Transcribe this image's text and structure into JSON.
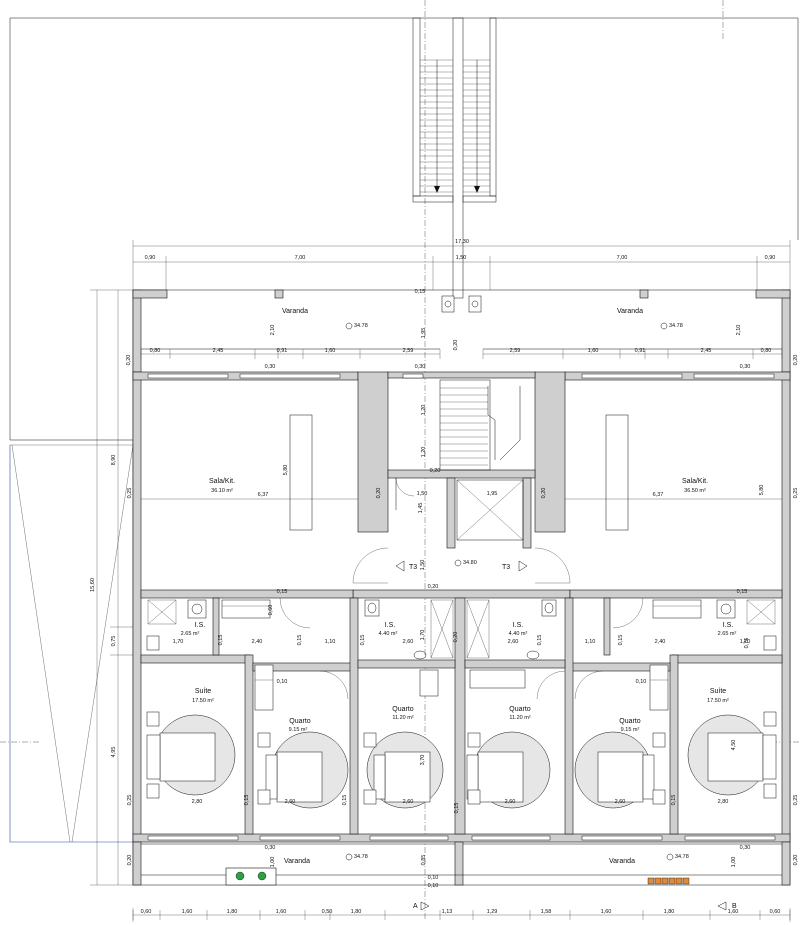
{
  "rooms": {
    "varanda_top_left": "Varanda",
    "varanda_top_right": "Varanda",
    "varanda_bottom_left": "Varanda",
    "varanda_bottom_right": "Varanda",
    "sala_left": "Sala/Kit.",
    "sala_left_area": "36.10 m²",
    "sala_right": "Sala/Kit.",
    "sala_right_area": "36.50 m²",
    "is_outer_left": "I.S.",
    "is_outer_left_area": "2.65 m²",
    "is_outer_right": "I.S.",
    "is_outer_right_area": "2.65 m²",
    "is_inner_left": "I.S.",
    "is_inner_left_area": "4.40 m²",
    "is_inner_right": "I.S.",
    "is_inner_right_area": "4.40 m²",
    "suite_left": "Suíte",
    "suite_left_area": "17.50 m²",
    "suite_right": "Suíte",
    "suite_right_area": "17.50 m²",
    "quarto_a": "Quarto",
    "quarto_a_area": "9.15 m²",
    "quarto_b": "Quarto",
    "quarto_b_area": "11.20 m²",
    "quarto_c": "Quarto",
    "quarto_c_area": "11.20 m²",
    "quarto_d": "Quarto",
    "quarto_d_area": "9.15 m²",
    "t3_left": "T3",
    "t3_right": "T3"
  },
  "levels": {
    "varanda_top_left": "34.78",
    "varanda_top_right": "34.78",
    "varanda_bottom_left": "34.78",
    "varanda_bottom_right": "34.78",
    "hall": "34.80"
  },
  "sections": {
    "a": "A",
    "b": "B"
  },
  "dims_top": {
    "total": "17,30",
    "row": [
      "0,90",
      "7,00",
      "1,50",
      "7,00",
      "0,90"
    ]
  },
  "dims_varanda_row": [
    "0,80",
    "2,45",
    "0,91",
    "1,60",
    "2,59",
    "2,59",
    "1,60",
    "0,91",
    "2,45",
    "0,80"
  ],
  "dims_bottom": [
    "0,60",
    "1,60",
    "1,80",
    "1,60",
    "0,50",
    "1,80",
    "1,13",
    "1,29",
    "1,58",
    "1,60",
    "1,80",
    "1,60",
    "0,60"
  ],
  "dims_left": {
    "total": "15,60",
    "upper": "8,90",
    "mid": "0,75",
    "lower": "4,95"
  },
  "dims_misc": {
    "d015_top": "0,15",
    "d210_l": "2,10",
    "d210_r": "2,10",
    "d195": "1,95",
    "d030_l": "0,30",
    "d030_r": "0,30",
    "d020_l": "0,20",
    "d020_r": "0,20",
    "d020_stair": "0,20",
    "d030_stair": "0,30",
    "d120_a": "1,20",
    "d120_b": "1,20",
    "d020_c": "0,20",
    "d637_l": "6,37",
    "d637_r": "6,37",
    "d580_l": "5,80",
    "d580_r": "5,80",
    "d025_l": "0,25",
    "d025_r": "0,25",
    "d020_hall_l": "0,20",
    "d020_hall_r": "0,20",
    "d150_hall": "1,50",
    "d195_lift": "1,95",
    "d145": "1,45",
    "d150_v": "1,50",
    "d020_hall_b": "0,20",
    "d015_l": "0,15",
    "d015_r": "0,15",
    "d170_l": "1,70",
    "d170_r": "1,70",
    "d240_l": "2,40",
    "d240_r": "2,40",
    "d110_l": "1,10",
    "d110_r": "1,10",
    "d260_l": "2,60",
    "d260_r": "2,60",
    "d170_c": "1,70",
    "d020_c2": "0,20",
    "d015_a": "0,15",
    "d015_b": "0,15",
    "d015_c": "0,15",
    "d015_d": "0,15",
    "d060": "0,60",
    "d010_a": "0,10",
    "d010_b": "0,10",
    "d280_l": "2,80",
    "d280_r": "2,80",
    "d260_q1": "2,60",
    "d260_q2": "2,60",
    "d260_q3": "2,60",
    "d260_q4": "2,60",
    "d370": "3,70",
    "d450": "4,50",
    "d025_bl": "0,25",
    "d025_br": "0,25",
    "d015_ql": "0,15",
    "d015_qr": "0,15",
    "d015_q2": "0,15",
    "d015_q3": "0,15",
    "d030_bl": "0,30",
    "d030_br": "0,30",
    "d100_l": "1,00",
    "d100_r": "1,00",
    "d085": "0,85",
    "d010_c": "0,10",
    "d010_d": "0,10",
    "d020_br": "0,20",
    "d020_bl": "0,20",
    "d075_r": "0,75",
    "d015_sr": "0,15"
  }
}
